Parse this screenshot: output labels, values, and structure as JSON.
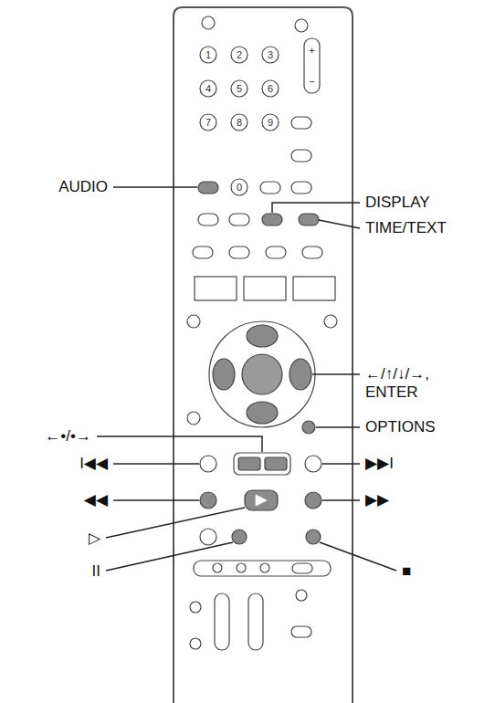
{
  "diagram": {
    "labels": [
      "AUDIO",
      "DISPLAY",
      "TIME/TEXT",
      "←/↑/↓/→, ENTER",
      "OPTIONS",
      "←•/•→",
      "I◀◀",
      "▶▶I",
      "◀◀",
      "▶▶",
      "▷",
      "II",
      "■",
      "1",
      "2",
      "3",
      "4",
      "5",
      "6",
      "7",
      "8",
      "9",
      "0",
      "+",
      "−"
    ]
  }
}
